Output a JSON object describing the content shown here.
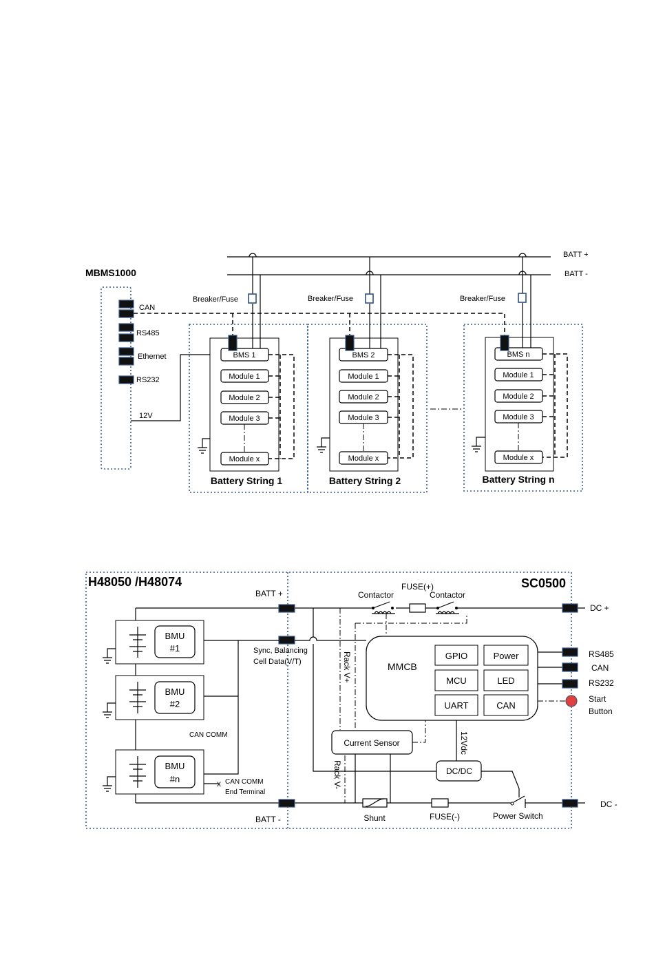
{
  "top": {
    "title": "MBMS1000",
    "batt_plus": "BATT +",
    "batt_minus": "BATT -",
    "ports": [
      "CAN",
      "RS485",
      "Ethernet",
      "RS232"
    ],
    "supply": "12V",
    "breaker": "Breaker/Fuse",
    "strings": [
      {
        "name": "Battery String 1",
        "bms": "BMS 1",
        "modules": [
          "Module 1",
          "Module 2",
          "Module 3",
          "Module x"
        ]
      },
      {
        "name": "Battery String 2",
        "bms": "BMS 2",
        "modules": [
          "Module 1",
          "Module 2",
          "Module 3",
          "Module x"
        ]
      },
      {
        "name": "Battery String n",
        "bms": "BMS n",
        "modules": [
          "Module 1",
          "Module 2",
          "Module 3",
          "Module x"
        ]
      }
    ]
  },
  "bottom": {
    "left_title": "H48050 /H48074",
    "right_title": "SC0500",
    "batt_plus": "BATT +",
    "batt_minus": "BATT -",
    "bmu": [
      {
        "l1": "BMU",
        "l2": "#1"
      },
      {
        "l1": "BMU",
        "l2": "#2"
      },
      {
        "l1": "BMU",
        "l2": "#n"
      }
    ],
    "sync_l1": "Sync, Balancing",
    "sync_l2": "Cell Data(V/T)",
    "can_comm": "CAN COMM",
    "end_l1": "CAN COMM",
    "end_l2": "End Terminal",
    "end_mark": "x",
    "contactor_left": "Contactor",
    "contactor_right": "Contactor",
    "fuse_plus": "FUSE(+)",
    "fuse_minus": "FUSE(-)",
    "rack_plus": "Rack V+",
    "rack_minus": "Rack V-",
    "mmcb": "MMCB",
    "mmcb_blocks": [
      "GPIO",
      "Power",
      "MCU",
      "LED",
      "UART",
      "CAN"
    ],
    "current_sensor": "Current Sensor",
    "dcdc": "DC/DC",
    "vdc": "12Vdc",
    "shunt": "Shunt",
    "power_switch": "Power Switch",
    "dc_plus": "DC  +",
    "dc_minus": "DC  -",
    "ports": [
      "RS485",
      "CAN",
      "RS232"
    ],
    "start_l1": "Start",
    "start_l2": "Button"
  }
}
